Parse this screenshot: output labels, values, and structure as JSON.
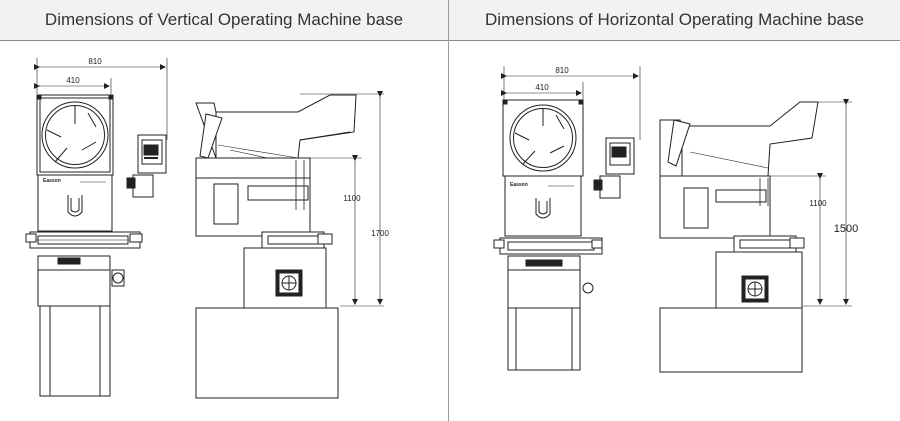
{
  "header": {
    "left_title": "Dimensions of Vertical Operating Machine base",
    "right_title": "Dimensions of Horizontal Operating Machine base"
  },
  "vertical": {
    "width_total": "810",
    "width_screen": "410",
    "height_table": "1100",
    "height_total": "1700",
    "brand": "Easson"
  },
  "horizontal": {
    "width_total": "810",
    "width_screen": "410",
    "height_table": "1100",
    "height_total": "1500",
    "brand": "Easson"
  }
}
